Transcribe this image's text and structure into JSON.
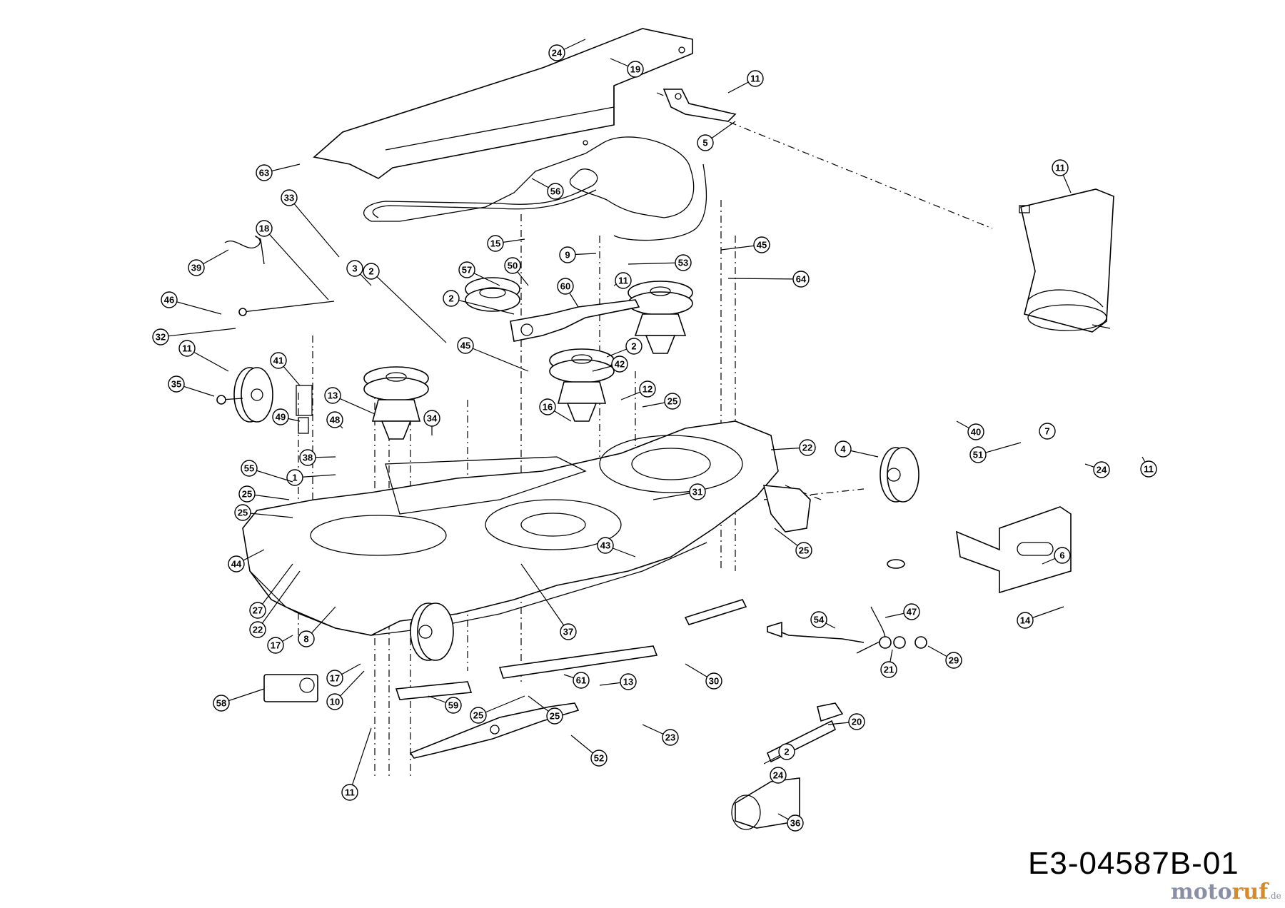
{
  "diagram": {
    "drawing_code": "E3-04587B-01",
    "watermark": {
      "brand_a": "moto",
      "brand_b": "ruf",
      "tld": ".de"
    },
    "callout_labels": [
      "24",
      "19",
      "11",
      "5",
      "63",
      "56",
      "33",
      "18",
      "39",
      "46",
      "32",
      "15",
      "9",
      "53",
      "57",
      "50",
      "60",
      "45",
      "2",
      "64",
      "11",
      "45",
      "3",
      "2",
      "11",
      "41",
      "35",
      "49",
      "48",
      "13",
      "2",
      "42",
      "12",
      "25",
      "16",
      "34",
      "38",
      "1",
      "55",
      "25",
      "25",
      "22",
      "4",
      "40",
      "51",
      "24",
      "31",
      "25",
      "44",
      "27",
      "22",
      "17",
      "8",
      "43",
      "37",
      "6",
      "54",
      "47",
      "14",
      "21",
      "29",
      "17",
      "10",
      "58",
      "61",
      "13",
      "30",
      "59",
      "25",
      "23",
      "20",
      "11",
      "52",
      "36",
      "25",
      "2",
      "24",
      "7",
      "11",
      "11"
    ]
  }
}
